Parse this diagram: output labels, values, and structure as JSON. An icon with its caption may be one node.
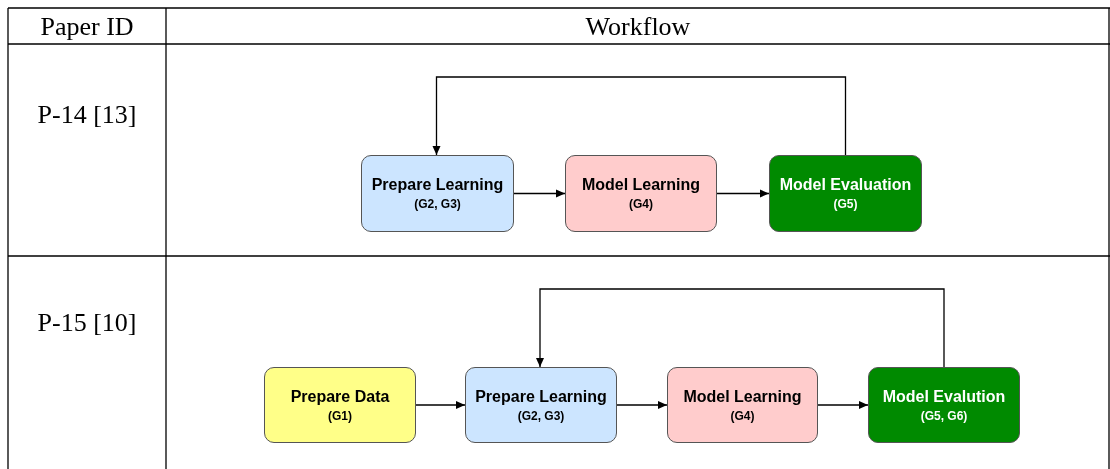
{
  "diagram": {
    "nodes": [
      {
        "text": [
          "Prepare Learning",
          "(G2, G3)"
        ]
      },
      {
        "text": [
          "Model Learning",
          "(G4)"
        ]
      },
      {
        "text": [
          "Model Evaluation",
          "(G5)"
        ]
      },
      {
        "text": [
          "Prepare Data",
          "(G1)"
        ]
      },
      {
        "text": [
          "Prepare Learning",
          "(G2, G3)"
        ]
      },
      {
        "text": [
          "Model Learning",
          "(G4)"
        ]
      },
      {
        "text": [
          "Model Evalution",
          "(G5, G6)"
        ]
      }
    ],
    "edges": [
      {
        "from": 0,
        "to": 1,
        "arrow": "to"
      },
      {
        "from": 1,
        "to": 2,
        "arrow": "to"
      },
      {
        "from": 2,
        "to": 0,
        "arrow": "to"
      },
      {
        "from": 3,
        "to": 4,
        "arrow": "to"
      },
      {
        "from": 4,
        "to": 5,
        "arrow": "to"
      },
      {
        "from": 5,
        "to": 6,
        "arrow": "to"
      },
      {
        "from": 6,
        "to": 4,
        "arrow": "to"
      }
    ],
    "labels": [
      "Paper ID",
      "Workflow",
      "P-14 [13]",
      "P-15 [10]"
    ]
  }
}
